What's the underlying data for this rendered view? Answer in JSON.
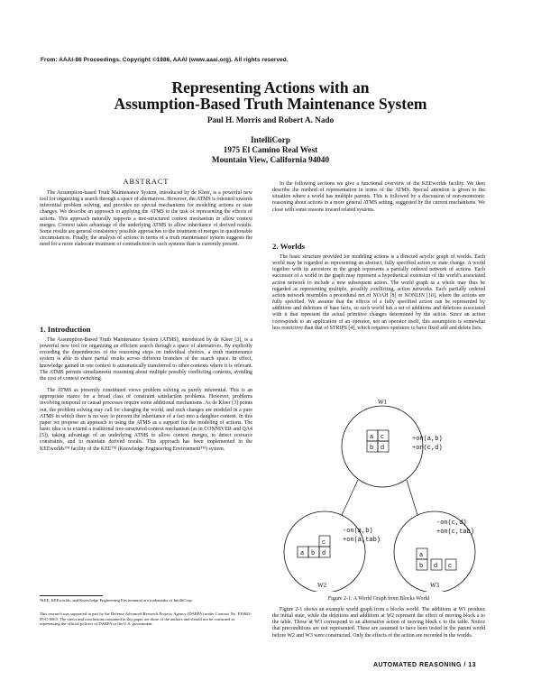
{
  "copyright": "From: AAAI-86 Proceedings. Copyright ©1986, AAAI (www.aaai.org). All rights reserved.",
  "title_line1": "Representing Actions with an",
  "title_line2": "Assumption-Based Truth Maintenance System",
  "authors": "Paul H. Morris and Robert A. Nado",
  "affiliation": [
    "IntelliCorp",
    "1975 El Camino Real West",
    "Mountain View, California 94040"
  ],
  "abstract_heading": "ABSTRACT",
  "abstract_text": "The Assumption-based Truth Maintenance System, introduced by de Kleer, is a powerful new tool for organizing a search through a space of alternatives. However, the ATMS is oriented towards inferential problem solving, and provides no special mechanisms for modeling actions or state changes. We describe an approach to applying the ATMS to the task of representing the effects of actions. This approach naturally supports a tree-structured context mechanism to allow context merges. Context takes advantage of the underlying ATMS to allow inheritance of derived results. Some results are general consistency possible approaches to the treatment of merges in questionable circumstances. Finally, the analysis of actions in terms of a truth maintenance system suggests the need for a more elaborate treatment of contradiction in such systems than is currently present.",
  "intro_heading": "1. Introduction",
  "intro_p1": "The Assumption-Based Truth Maintenance System (ATMS), introduced by de Kleer [3], is a powerful new tool for organizing an efficient search through a space of alternatives. By explicitly recording the dependencies of the reasoning steps on individual choices, a truth maintenance system is able to share partial results across different branches of the search space. In effect, knowledge gained in one context is automatically transferred to other contexts where it is relevant. The ATMS permits simultaneous reasoning about multiple possibly conflicting contexts, avoiding the cost of context switching.",
  "intro_p2": "The ATMS as presently constituted views problem solving as purely inferential. This is an appropriate stance for a broad class of constraint satisfaction problems. However, problems involving temporal or causal processes require some additional mechanisms. As de Kleer [3] points out, the problem solving may call for changing the world, and such changes are modeled in a pure ATMS in which there is no way to prevent the inheritance of a fact into a daughter context. In this paper we propose an approach to using the ATMS as a support for the modeling of actions. The basic idea is to extend a traditional tree-structured context mechanism (as in CONNIVER and QA4 [5]), taking advantage of an underlying ATMS to allow context merges, to detect resource constraints, and to maintain derived results. This approach has been implemented in the KEEworlds™ facility of the KEE™ (Knowledge Engineering Environment™) system.",
  "footnote1": "¹KEE, KEEworlds, and Knowledge Engineering Environment are trademarks of IntelliCorp.",
  "footnote2": "This research was supported in part by the Defense Advanced Research Projects Agency (DARPA) under Contract No. F30602-85-C-0065. The views and conclusions contained in this paper are those of the authors and should not be construed as representing the official policies of DARPA or the U.S. government.",
  "right_p1": "In the following sections we give a functional overview of the KEEworlds facility. We then describe the method of representation in terms of the ATMS. Special attention is given to the situation where a world has multiple parents. This is followed by a discussion of non-monotonic reasoning about actions in a more general ATMS setting, suggested by the current mechanisms. We close with some reasons toward related systems.",
  "worlds_heading": "2. Worlds",
  "worlds_p1": "The basic structure provided for modeling actions is a directed acyclic graph of worlds. Each world may be regarded as representing an abstract, fully specified action or state change. A world together with its ancestors in the graph represents a partially ordered network of actions. Each successor of a world in the graph may represent a hypothetical extension of the world's associated action network to include a new subsequent action. The world graph as a whole may thus be regarded as representing multiple, possibly conflicting, action networks. Each partially ordered action network resembles a procedural net of NOAH [8] or NONLIN [10], where the actions are fully specified. We assume that the effects of a fully specified action can be represented by additions and deletions of base facts, so each world has a set of additions and deletions associated with it that represent the actual primitive changes determined by the action. Since an action corresponds to an application of an operator, not an operator itself, this assumption is somewhat less restrictive than that of STRIPS [4], which requires operators to have fixed add and delete lists.",
  "figure": {
    "w1_label": "W1",
    "w2_label": "W2",
    "w3_label": "W3",
    "w1_add1": "+on(a,b)",
    "w1_add2": "+on(c,d)",
    "w2_del": "-on(a,b)",
    "w2_add": "+on(a,tab)",
    "w3_del": "-on(c,d)",
    "w3_add": "+on(c,tab)",
    "w1_blocks": [
      "a",
      "c",
      "b",
      "d"
    ],
    "w2_blocks": [
      "a",
      "b",
      "d",
      "c"
    ],
    "w3_blocks": [
      "a",
      "b",
      "d",
      "c"
    ]
  },
  "figure_caption": "Figure 2-1: A World Graph from Blocks World",
  "right_p2": "Figure 2-1 shows an example world graph from a blocks world. The additions at W1 produce the initial state, while the deletions and additions at W2 represent the effect of moving block a to the table. Those at W3 correspond to an alternative action of moving block c to the table. Notice that preconditions are not represented. These are assumed to have been tested in the parent world before W2 and W3 were constructed. Only the effects of the action are recorded in the worlds.",
  "footer": "AUTOMATED REASONING  /  13"
}
